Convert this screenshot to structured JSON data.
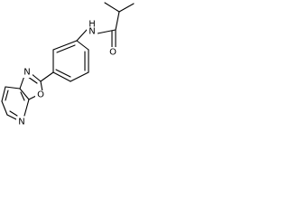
{
  "atoms": {
    "amide_n": "N",
    "amide_h": "H",
    "carbonyl_o": "O",
    "oxazole_n": "N",
    "oxazole_o": "O",
    "pyridine_n": "N"
  },
  "colors": {
    "bond": "#000000",
    "label": "#000000",
    "background": "#ffffff"
  }
}
